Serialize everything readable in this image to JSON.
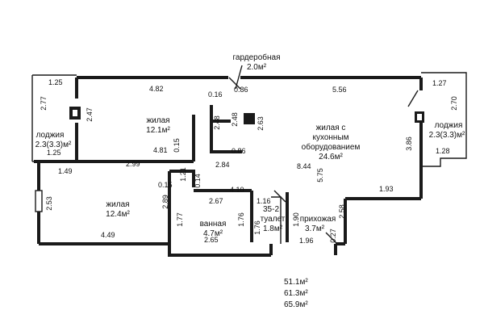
{
  "rooms": {
    "wardrobe": {
      "name": "гардеробная",
      "area": "2.0м²"
    },
    "living1": {
      "name": "жилая",
      "area": "12.1м²"
    },
    "kitchen_living": {
      "name1": "жилая с",
      "name2": "кухонным",
      "name3": "оборудованием",
      "area": "24.6м²"
    },
    "loggia_left": {
      "name": "лоджия",
      "area": "2.3(3.3)м²"
    },
    "loggia_right": {
      "name": "лоджия",
      "area": "2.3(3.3)м²"
    },
    "living2": {
      "name": "жилая",
      "area": "12.4м²"
    },
    "bathroom": {
      "name": "ванная",
      "area": "4.7м²"
    },
    "toilet": {
      "code": "35-2",
      "name": "туалет",
      "area": "1.8м²"
    },
    "hall": {
      "name": "прихожая",
      "area": "3.7м²"
    }
  },
  "dimensions": {
    "d_125_top": "1.25",
    "d_277": "2.77",
    "d_247": "2.47",
    "d_125_bot": "1.25",
    "d_482": "4.82",
    "d_016a": "0.16",
    "d_086a": "0.86",
    "d_556": "5.56",
    "d_127": "1.27",
    "d_270": "2.70",
    "d_248a": "2.48",
    "d_248b": "2.48",
    "d_263": "2.63",
    "d_481": "4.81",
    "d_015a": "0.15",
    "d_086b": "0.86",
    "d_386": "3.86",
    "d_128": "1.28",
    "d_149": "1.49",
    "d_299": "2.99",
    "d_284": "2.84",
    "d_844": "8.44",
    "d_575": "5.75",
    "d_015b": "0.15",
    "d_121": "1.21",
    "d_014": "0.14",
    "d_253": "2.53",
    "d_289": "2.89",
    "d_267": "2.67",
    "d_410": "4.10",
    "d_116": "1.16",
    "d_193": "1.93",
    "d_177": "1.77",
    "d_176a": "1.76",
    "d_176b": "1.76",
    "d_190": "1.90",
    "d_258": "2.58",
    "d_449": "4.49",
    "d_265": "2.65",
    "d_196": "1.96",
    "d_027": "0.27"
  },
  "totals": [
    "51.1м²",
    "61.3м²",
    "65.9м²"
  ]
}
